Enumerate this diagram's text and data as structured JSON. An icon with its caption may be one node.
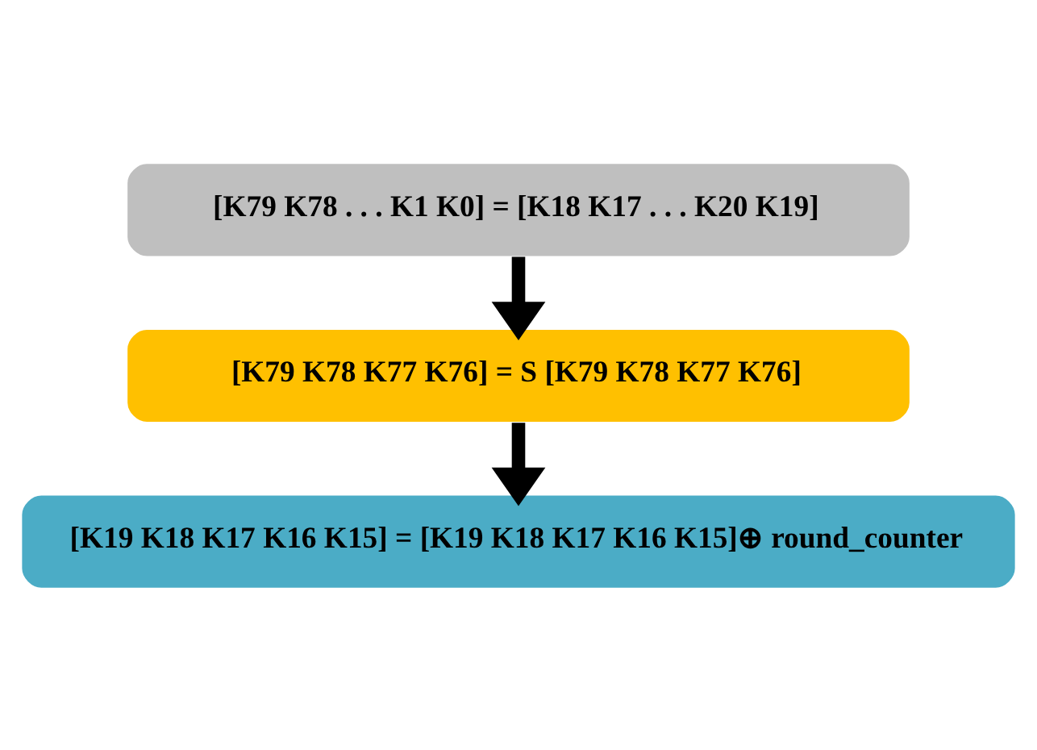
{
  "diagram": {
    "nodes": [
      {
        "text": [
          "[K79 K78 . . . K1 K0] = [K18 K17 . . . K20 K19]"
        ]
      },
      {
        "text": [
          "[K79 K78 K77 K76] = S [K79 K78 K77 K76]"
        ]
      },
      {
        "text": [
          "[K19 K18 K17 K16 K15] = [K19 K18 K17 K16 K15]⊕ round_counter"
        ]
      }
    ],
    "edges": [
      {
        "from": 0,
        "to": 1,
        "arrow": "to"
      },
      {
        "from": 1,
        "to": 2,
        "arrow": "to"
      }
    ]
  }
}
